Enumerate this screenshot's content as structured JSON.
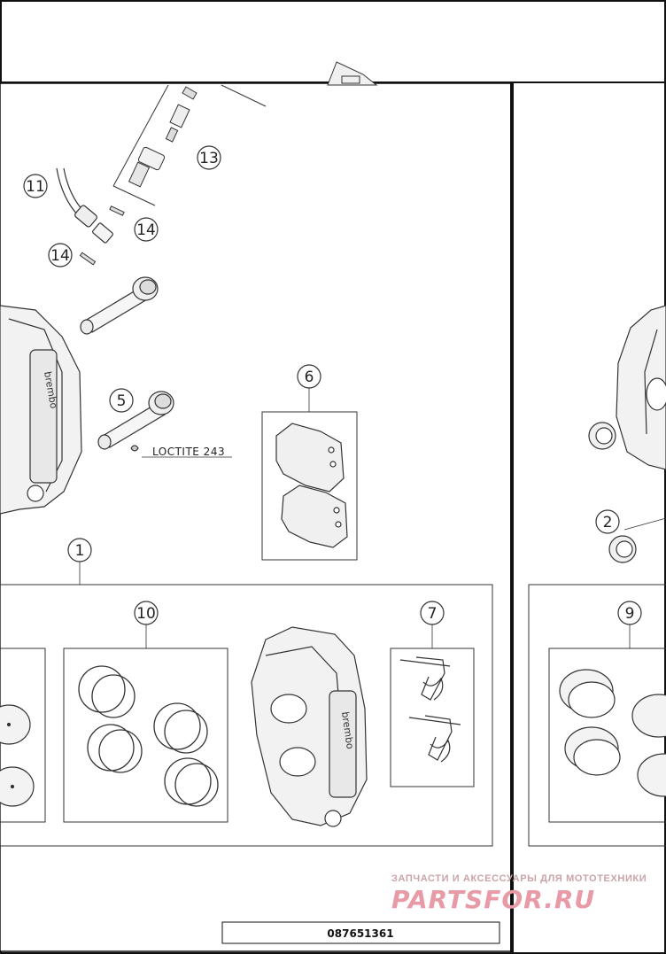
{
  "callouts": [
    {
      "id": "c1",
      "text": "①"
    },
    {
      "id": "c2",
      "text": "②"
    },
    {
      "id": "c5",
      "text": "⑤"
    },
    {
      "id": "c6",
      "text": "⑥"
    },
    {
      "id": "c7",
      "text": "⑦"
    },
    {
      "id": "c9",
      "text": "⑨"
    },
    {
      "id": "c10",
      "text": "⑩"
    },
    {
      "id": "c11",
      "text": "⑪"
    },
    {
      "id": "c13",
      "text": "⑬"
    },
    {
      "id": "c14a",
      "text": "⑭"
    },
    {
      "id": "c14b",
      "text": "⑭"
    }
  ],
  "loctite_label": "LOCTITE 243",
  "brand_text": "brembo",
  "drawing_number": "087651361",
  "watermark": {
    "tagline": "ЗАПЧАСТИ И АКСЕССУАРЫ ДЛЯ МОТОТЕХНИКИ",
    "site": "PARTSFOR.RU"
  }
}
